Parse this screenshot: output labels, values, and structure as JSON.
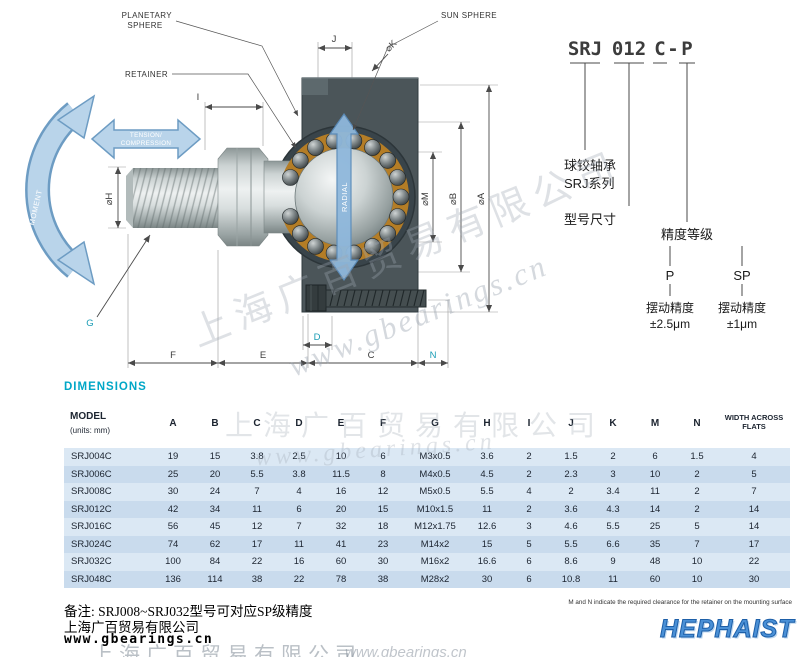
{
  "diagram": {
    "callouts": {
      "planetary_line1": "PLANETARY",
      "planetary_line2": "SPHERE",
      "sun_sphere": "SUN SPHERE",
      "retainer": "RETAINER"
    },
    "arrows": {
      "tension_line1": "TENSION/",
      "tension_line2": "COMPRESSION",
      "moment": "MOMENT",
      "radial": "RADIAL"
    },
    "dims": {
      "j": "J",
      "k": "⌀K",
      "i": "I",
      "h": "⌀H",
      "m": "⌀M",
      "b": "⌀B",
      "a": "⌀A",
      "d": "D",
      "g": "G",
      "f": "F",
      "e": "E",
      "c": "C",
      "n": "N"
    }
  },
  "part_code": {
    "prefix": "SRJ",
    "size": "012",
    "type": "C",
    "dash": "-",
    "grade": "P",
    "series_line1": "球铰轴承",
    "series_line2": "SRJ系列",
    "size_label": "型号尺寸",
    "grade_label": "精度等级",
    "grade_p": "P",
    "grade_sp": "SP",
    "p_line1": "摆动精度",
    "p_line2": "±2.5μm",
    "sp_line1": "摆动精度",
    "sp_line2": "±1μm"
  },
  "dimensions_section": {
    "title": "DIMENSIONS",
    "table": {
      "model_header": "MODEL",
      "units_note": "(units: mm)",
      "col_headers": [
        "A",
        "B",
        "C",
        "D",
        "E",
        "F",
        "G",
        "H",
        "I",
        "J",
        "K",
        "M",
        "N"
      ],
      "width_header": "WIDTH ACROSS FLATS",
      "rows": [
        [
          "SRJ004C",
          "19",
          "15",
          "3.8",
          "2.5",
          "10",
          "6",
          "M3x0.5",
          "3.6",
          "2",
          "1.5",
          "2",
          "6",
          "1.5",
          "4"
        ],
        [
          "SRJ006C",
          "25",
          "20",
          "5.5",
          "3.8",
          "11.5",
          "8",
          "M4x0.5",
          "4.5",
          "2",
          "2.3",
          "3",
          "10",
          "2",
          "5"
        ],
        [
          "SRJ008C",
          "30",
          "24",
          "7",
          "4",
          "16",
          "12",
          "M5x0.5",
          "5.5",
          "4",
          "2",
          "3.4",
          "11",
          "2",
          "7"
        ],
        [
          "SRJ012C",
          "42",
          "34",
          "11",
          "6",
          "20",
          "15",
          "M10x1.5",
          "11",
          "2",
          "3.6",
          "4.3",
          "14",
          "2",
          "14"
        ],
        [
          "SRJ016C",
          "56",
          "45",
          "12",
          "7",
          "32",
          "18",
          "M12x1.75",
          "12.6",
          "3",
          "4.6",
          "5.5",
          "25",
          "5",
          "14"
        ],
        [
          "SRJ024C",
          "74",
          "62",
          "17",
          "11",
          "41",
          "23",
          "M14x2",
          "15",
          "5",
          "5.5",
          "6.6",
          "35",
          "7",
          "17"
        ],
        [
          "SRJ032C",
          "100",
          "84",
          "22",
          "16",
          "60",
          "30",
          "M16x2",
          "16.6",
          "6",
          "8.6",
          "9",
          "48",
          "10",
          "22"
        ],
        [
          "SRJ048C",
          "136",
          "114",
          "38",
          "22",
          "78",
          "38",
          "M28x2",
          "30",
          "6",
          "10.8",
          "11",
          "60",
          "10",
          "30"
        ]
      ]
    }
  },
  "footer": {
    "note_cn": "备注: SRJ008~SRJ032型号可对应SP级精度",
    "company": "上海广百贸易有限公司",
    "website": "www.gbearings.cn",
    "note_en": "M and N indicate the required clearance for the retainer on the mounting surface",
    "logo": "HEPHAIST"
  },
  "watermarks": {
    "company": "上海广百贸易有限公司",
    "site": "www.gbearings.cn"
  },
  "colors": {
    "accent_teal": "#00a7c7",
    "arrow_blue": "#b9d4ea",
    "copper": "#b47d26",
    "logo_blue": "#4a90d6"
  }
}
